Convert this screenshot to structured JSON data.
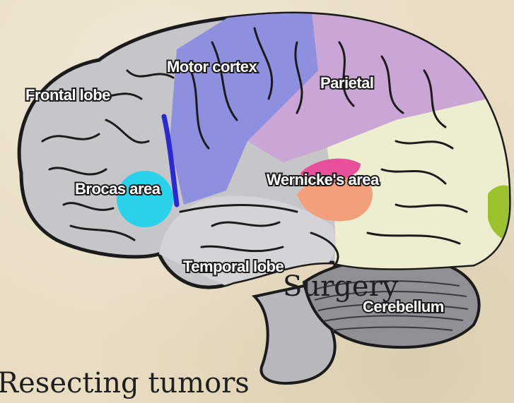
{
  "diagram": {
    "labels": {
      "frontal": "Frontal lobe",
      "motor": "Motor cortex",
      "parietal": "Parietal",
      "broca": "Brocas area",
      "wernicke": "Wernicke's area",
      "temporal": "Temporal lobe",
      "cerebellum": "Cerebellum"
    },
    "colors": {
      "frontal": "#c6c6c8",
      "motor": "#8f8fe0",
      "parietal": "#c9a6d6",
      "occipital": "#ededd0",
      "broca": "#22d2ec",
      "wernicke_pink": "#e84f9a",
      "wernicke_orange": "#f2a07c",
      "visual": "#9bc22c",
      "temporal": "#d4d4d6",
      "cerebellum": "#8f8f94",
      "outline": "#1b1b1b"
    }
  },
  "slide": {
    "bullet_1": "Surgery",
    "bullet_2": "Resecting tumors"
  }
}
